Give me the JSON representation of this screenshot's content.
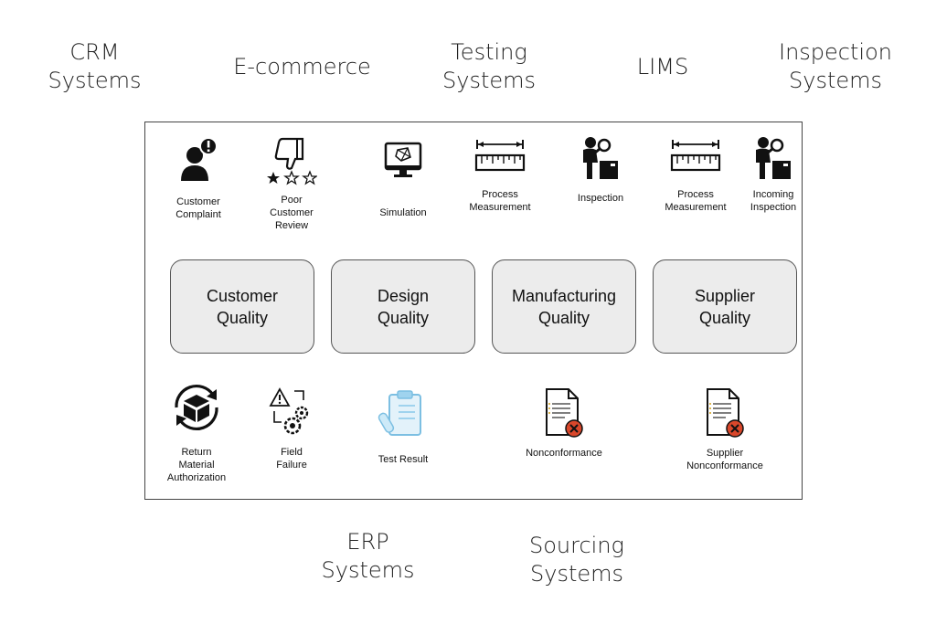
{
  "outer_labels": {
    "crm": "CRM\nSystems",
    "ecommerce": "E-commerce",
    "testing": "Testing\nSystems",
    "lims": "LIMS",
    "inspection": "Inspection\nSystems",
    "erp": "ERP\nSystems",
    "sourcing": "Sourcing\nSystems"
  },
  "top_items": {
    "customer_complaint": "Customer\nComplaint",
    "poor_review": "Poor\nCustomer\nReview",
    "simulation": "Simulation",
    "process_measurement_1": "Process\nMeasurement",
    "inspection": "Inspection",
    "process_measurement_2": "Process\nMeasurement",
    "incoming_inspection": "Incoming\nInspection"
  },
  "quality_boxes": {
    "customer": "Customer\nQuality",
    "design": "Design\nQuality",
    "manufacturing": "Manufacturing\nQuality",
    "supplier": "Supplier\nQuality"
  },
  "bottom_items": {
    "rma": "Return\nMaterial\nAuthorization",
    "field_failure": "Field\nFailure",
    "test_result": "Test Result",
    "nonconformance": "Nonconformance",
    "supplier_nonconformance": "Supplier\nNonconformance"
  },
  "colors": {
    "box_fill": "#ececec",
    "error_red": "#d9472b",
    "clipboard_blue": "#9fd3ee"
  }
}
